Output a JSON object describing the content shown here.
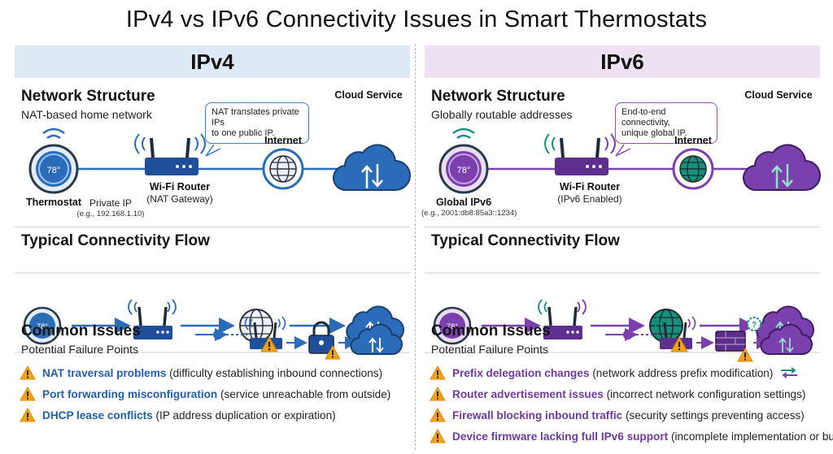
{
  "title": "IPv4 vs IPv6 Connectivity Issues in Smart Thermostats",
  "colors": {
    "ipv4_accent": "#2b6cb8",
    "ipv6_accent": "#7b3fae",
    "ipv6_teal": "#17917e",
    "warning": "#f2a21b",
    "ipv4_header_bg": "#dde9f5",
    "ipv6_header_bg": "#ece2f3"
  },
  "ipv4": {
    "header": "IPv4",
    "structure": {
      "title": "Network Structure",
      "subtitle": "NAT-based home network",
      "bubble": "NAT translates private IPs\nto one public IP.",
      "cloud_label": "Cloud Service",
      "internet_label": "Internet",
      "thermostat_label": "Thermostat",
      "thermostat_display": "78°",
      "router_label": "Wi-Fi Router",
      "router_sublabel": "(NAT Gateway)",
      "ip_label": "Private IP",
      "ip_example": "(e.g., 192.168.1.10)"
    },
    "flow": {
      "title": "Typical Connectivity Flow",
      "thermostat_display": "78°"
    },
    "issues": {
      "title": "Common Issues",
      "subtitle": "Potential Failure Points",
      "items": [
        {
          "name": "NAT traversal problems",
          "detail": " (difficulty establishing inbound connections)"
        },
        {
          "name": "Port forwarding misconfiguration",
          "detail": " (service unreachable from outside)"
        },
        {
          "name": "DHCP lease conflicts",
          "detail": " (IP address duplication or expiration)"
        }
      ]
    }
  },
  "ipv6": {
    "header": "IPv6",
    "structure": {
      "title": "Network Structure",
      "subtitle": "Globally routable addresses",
      "bubble": "End-to-end connectivity,\nunique global IP.",
      "cloud_label": "Cloud Service",
      "internet_label": "Internet",
      "thermostat_label": "Global IPv6",
      "thermostat_display": "78°",
      "ip_example": "(e.g., 2001:db8:85a3::1234)",
      "router_label": "Wi-Fi Router",
      "router_sublabel": "(IPv6 Enabled)"
    },
    "flow": {
      "title": "Typical Connectivity Flow",
      "thermostat_display": "78°"
    },
    "issues": {
      "title": "Common Issues",
      "subtitle": "Potential Failure Points",
      "items": [
        {
          "name": "Prefix delegation changes",
          "detail": " (network address prefix modification)"
        },
        {
          "name": "Router advertisement issues",
          "detail": " (incorrect network configuration settings)"
        },
        {
          "name": "Firewall blocking inbound traffic",
          "detail": " (security settings preventing access)"
        },
        {
          "name": "Device firmware lacking full IPv6 support",
          "detail": " (incomplete implementation or bugs)"
        }
      ]
    }
  }
}
